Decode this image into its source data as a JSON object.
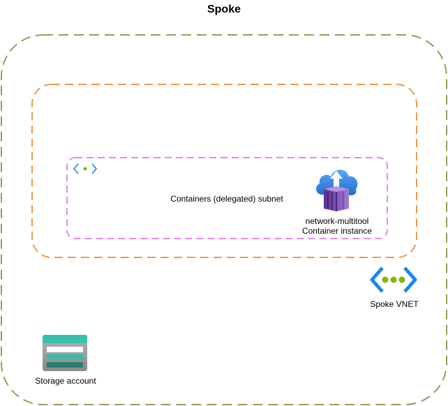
{
  "title": "Spoke",
  "boxes": {
    "spoke_outer": {
      "color": "#9A9A5A"
    },
    "vnet_box": {
      "color": "#EA9A4E"
    },
    "subnet_box": {
      "color": "#E68AE6"
    }
  },
  "subnet": {
    "label": "Containers (delegated) subnet",
    "icon": "subnet-icon"
  },
  "container": {
    "name": "network-multitool",
    "type": "Container instance",
    "icon": "container-instance-icon"
  },
  "vnet": {
    "label": "Spoke VNET",
    "icon": "vnet-icon"
  },
  "storage": {
    "label": "Storage account",
    "icon": "storage-account-icon"
  }
}
